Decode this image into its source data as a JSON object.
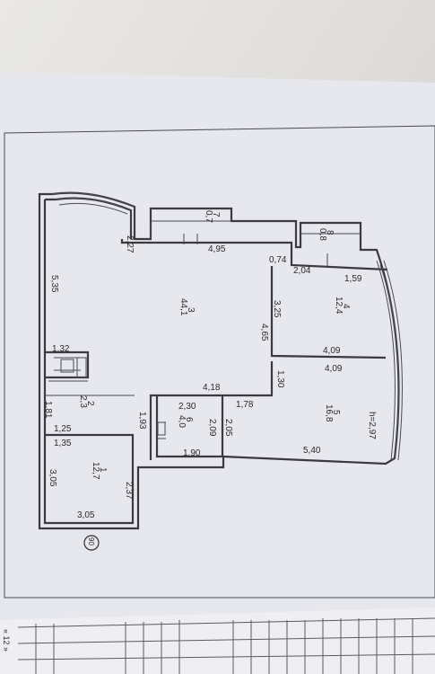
{
  "plan": {
    "rooms": [
      {
        "number": "1",
        "area": "12,7"
      },
      {
        "number": "2",
        "area": "2,3"
      },
      {
        "number": "3",
        "area": "44,1"
      },
      {
        "number": "4",
        "area": "12,4"
      },
      {
        "number": "5",
        "area": "16,8"
      },
      {
        "number": "6",
        "area": "4,0"
      },
      {
        "number": "7",
        "area": "0,7"
      },
      {
        "number": "8",
        "area": "0,8"
      }
    ],
    "dimensions": [
      "5,35",
      "2,27",
      "4,95",
      "0,74",
      "2,04",
      "1,59",
      "3,25",
      "4,65",
      "4,09",
      "4,09",
      "1,30",
      "1,32",
      "4,18",
      "2,30",
      "1,78",
      "1,93",
      "2,09",
      "2,05",
      "1,81",
      "1,25",
      "1,35",
      "1,90",
      "5,40",
      "3,05",
      "2,37",
      "3,05"
    ],
    "ceiling_height": "h=2,97",
    "marker": "90",
    "page_corner": "« 12 »"
  },
  "colors": {
    "background": "#d9d6d4",
    "sheet": "#e7e8ee",
    "ink": "#2a2a2f"
  }
}
